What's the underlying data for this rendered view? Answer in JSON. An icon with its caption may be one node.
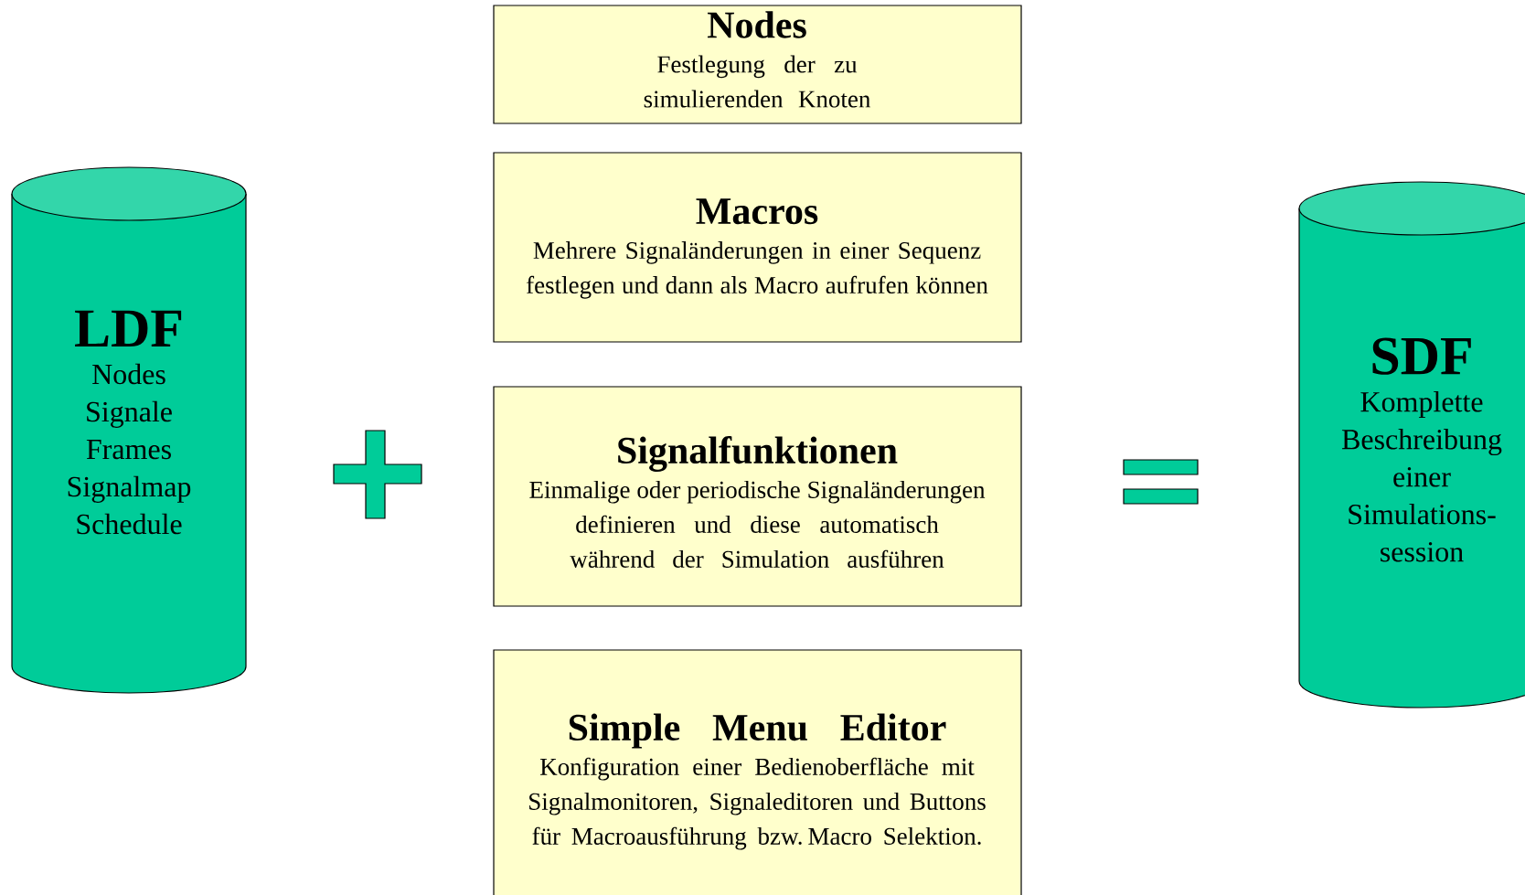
{
  "diagram": {
    "nodes": [
      {
        "text": [
          "LDF",
          "Nodes",
          "Signale",
          "Frames",
          "Signalmap",
          "Schedule"
        ]
      },
      {
        "text": [],
        "shape": "plus"
      },
      {
        "text": [
          "Nodes",
          "Festlegung der zu simulierenden Knoten"
        ]
      },
      {
        "text": [
          "Macros",
          "Mehrere Signaländerungen in einer Sequenz festlegen und dann als Macro aufrufen können"
        ]
      },
      {
        "text": [
          "Signalfunktionen",
          "Einmalige oder periodische Signaländerungen definieren und diese automatisch während der Simulation ausführen"
        ]
      },
      {
        "text": [
          "Simple Menu Editor",
          "Konfiguration einer Bedienoberfläche mit Signalmonitoren, Signaleditoren und Buttons für Macroausführung bzw. Macro Selektion."
        ]
      },
      {
        "text": [],
        "shape": "equals"
      },
      {
        "text": [
          "SDF",
          "Komplette Beschreibung einer Simulations- session"
        ]
      }
    ]
  }
}
